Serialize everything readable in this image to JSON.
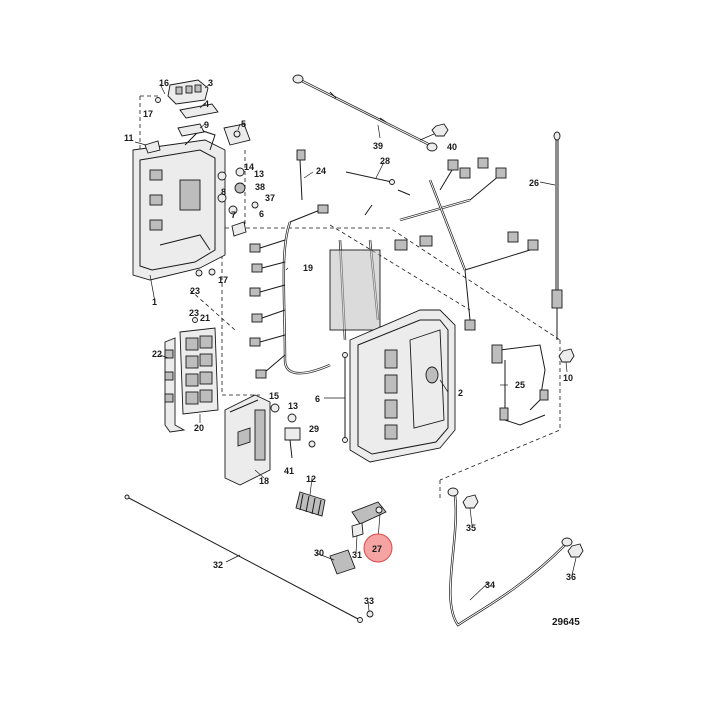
{
  "diagram": {
    "reference_number": "29645",
    "highlighted_callout": "27",
    "highlight_color": "#f5a3a3",
    "highlight_stroke": "#d94a4a",
    "callouts": [
      "1",
      "2",
      "3",
      "4",
      "5",
      "6",
      "7",
      "8",
      "9",
      "10",
      "11",
      "12",
      "13",
      "14",
      "15",
      "16",
      "17",
      "17",
      "18",
      "19",
      "20",
      "21",
      "22",
      "23",
      "24",
      "25",
      "26",
      "27",
      "28",
      "29",
      "30",
      "31",
      "32",
      "33",
      "34",
      "35",
      "36",
      "37",
      "38",
      "39",
      "40",
      "41",
      "13"
    ]
  }
}
